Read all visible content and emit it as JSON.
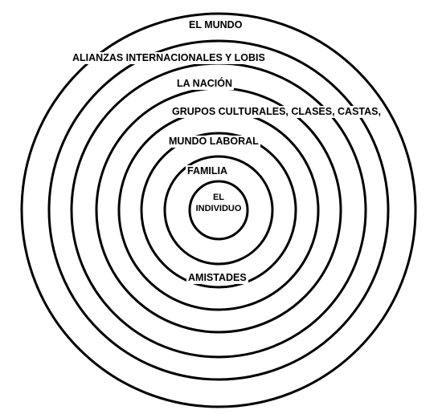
{
  "diagram": {
    "line_color": "#000000",
    "background": "#ffffff",
    "rings": [
      {
        "label": "EL INDIVIDUO"
      },
      {
        "label": "FAMILIA"
      },
      {
        "label": "AMISTADES"
      },
      {
        "label": "MUNDO LABORAL"
      },
      {
        "label": "GRUPOS CULTURALES, CLASES, CASTAS,"
      },
      {
        "label": "LA NACIÓN"
      },
      {
        "label": "ALIANZAS INTERNACIONALES Y LOBIS"
      },
      {
        "label": "EL MUNDO"
      }
    ],
    "center": {
      "line1": "EL",
      "line2": "INDIVIDUO"
    }
  }
}
